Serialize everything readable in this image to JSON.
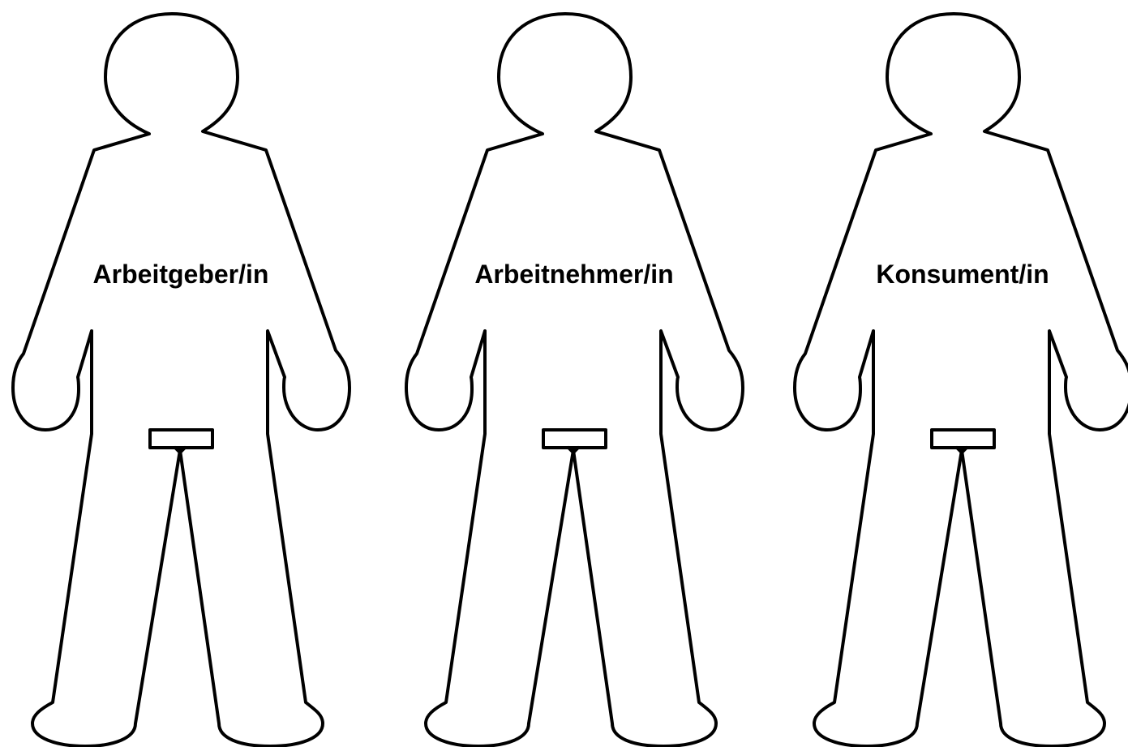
{
  "figures": [
    {
      "label": "Arbeitgeber/in"
    },
    {
      "label": "Arbeitnehmer/in"
    },
    {
      "label": "Konsument/in"
    }
  ],
  "colors": {
    "background": "#ffffff",
    "outline": "#000000",
    "text": "#000000"
  }
}
